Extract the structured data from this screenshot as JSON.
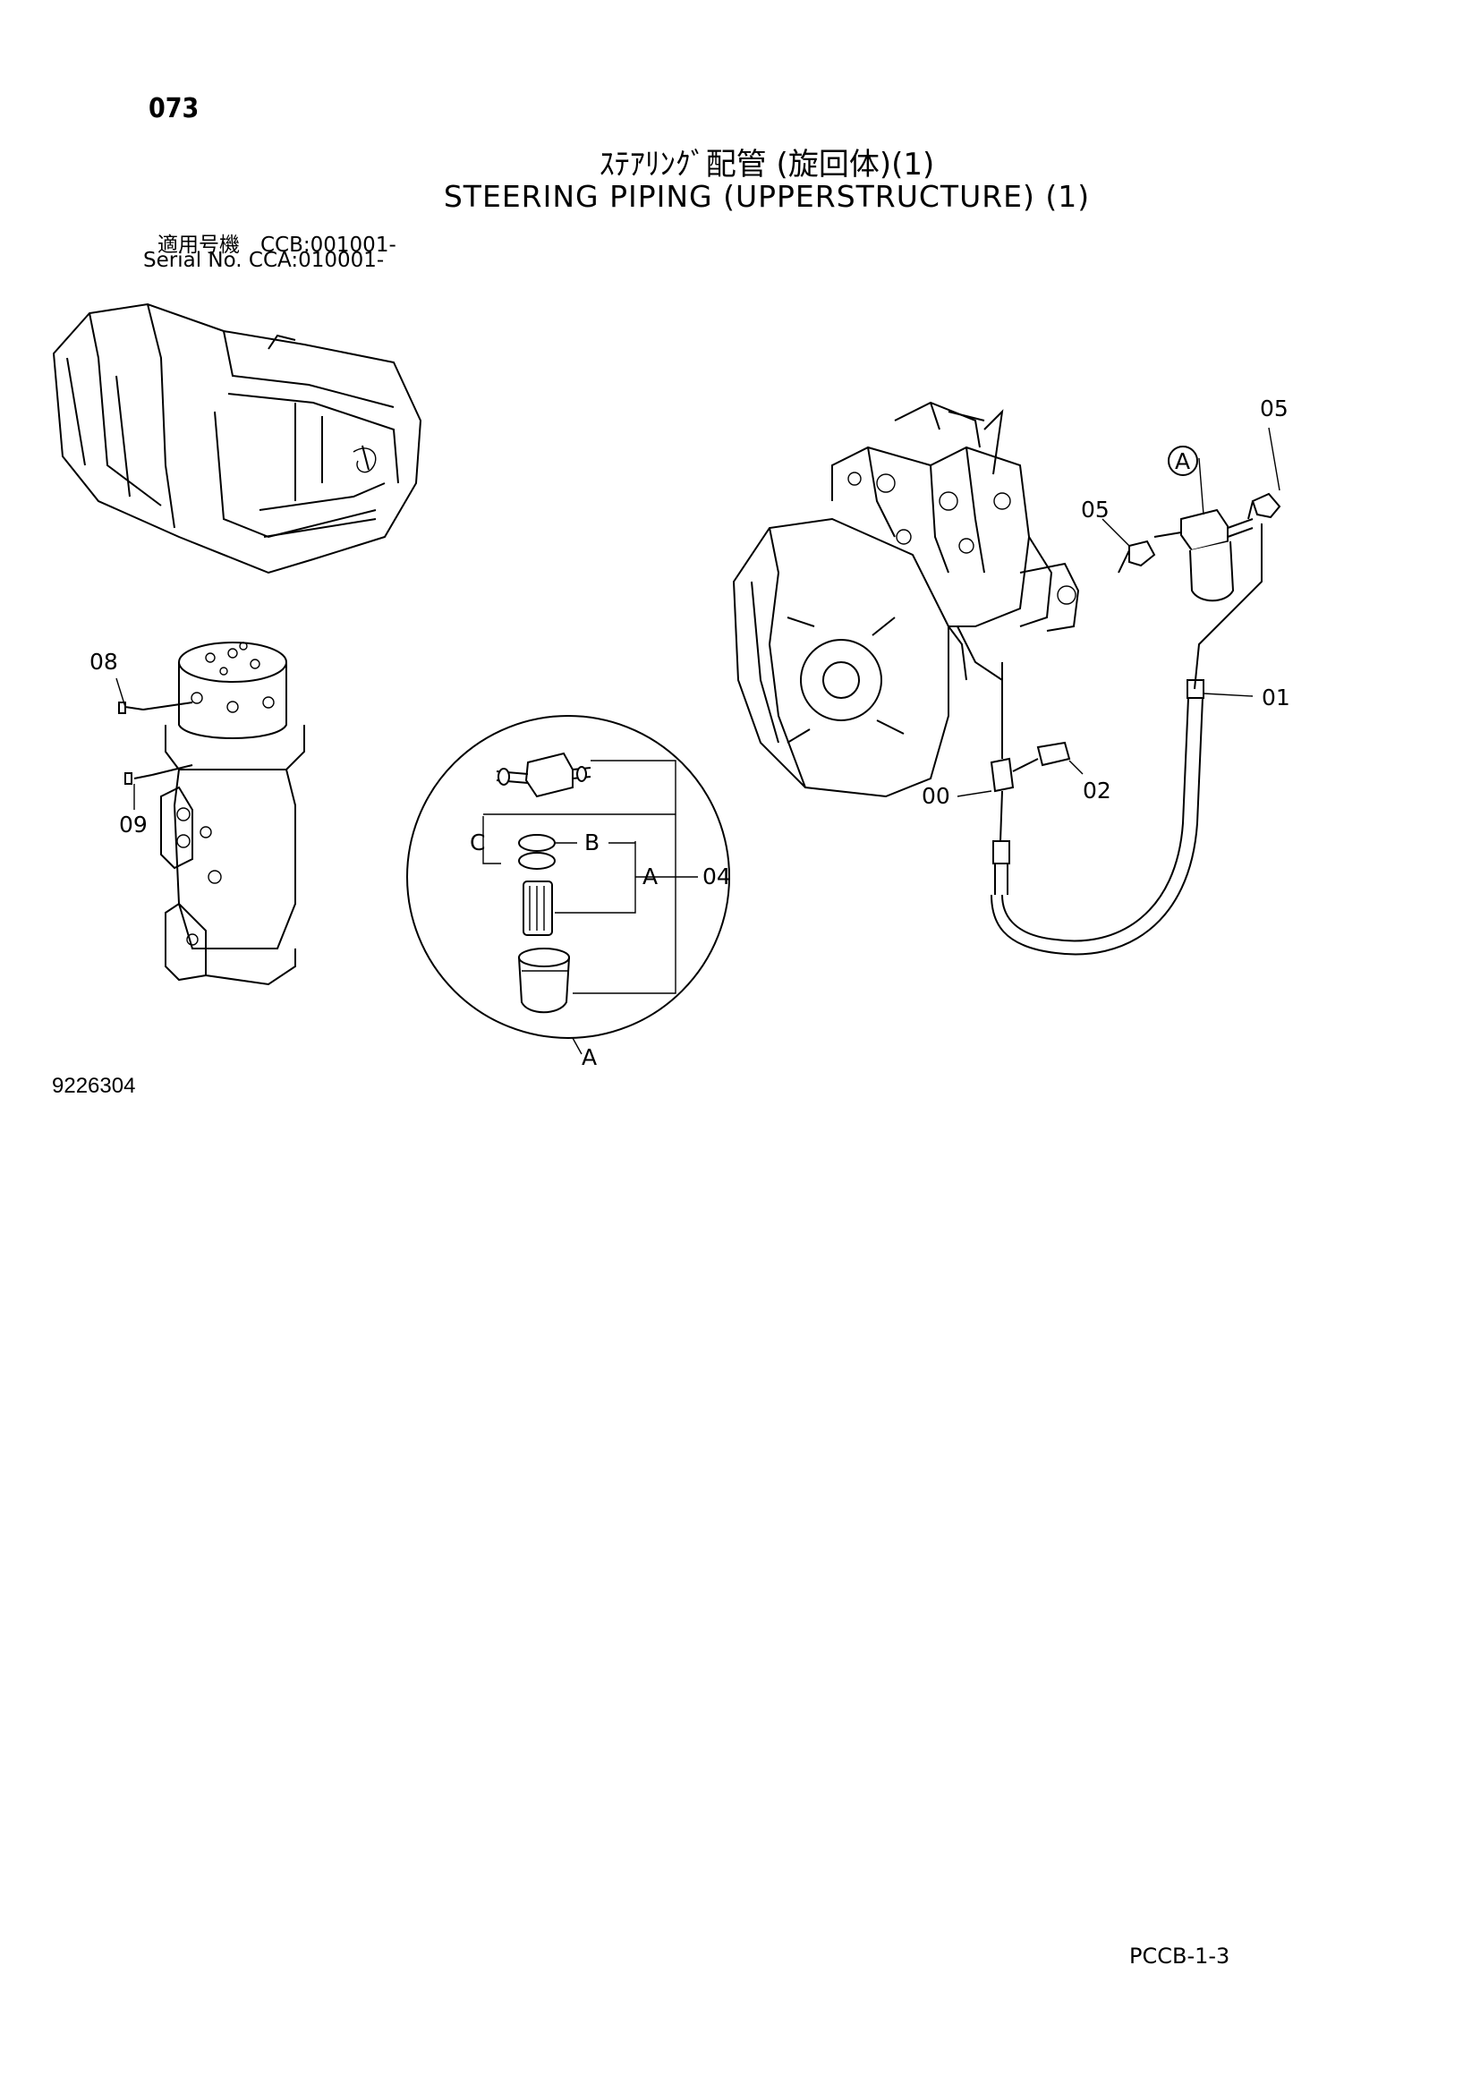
{
  "header": {
    "page_number": "073",
    "title_jp": "ｽﾃｱﾘﾝｸﾞ配管 (旋回体)(1)",
    "title_en": "STEERING PIPING (UPPERSTRUCTURE) (1)",
    "model_line": "適用号機　CCB:001001-",
    "serial_line": "Serial No. CCA:010001-"
  },
  "callouts": {
    "c00": "00",
    "c01": "01",
    "c02": "02",
    "c04": "04",
    "c05a": "05",
    "c05b": "05",
    "c08": "08",
    "c09": "09",
    "detail_a_marker": "A",
    "detail_a_label": "A",
    "filter_a": "A",
    "filter_b": "B",
    "filter_c": "C"
  },
  "footer": {
    "figure_number": "9226304",
    "page_code": "PCCB-1-3"
  }
}
